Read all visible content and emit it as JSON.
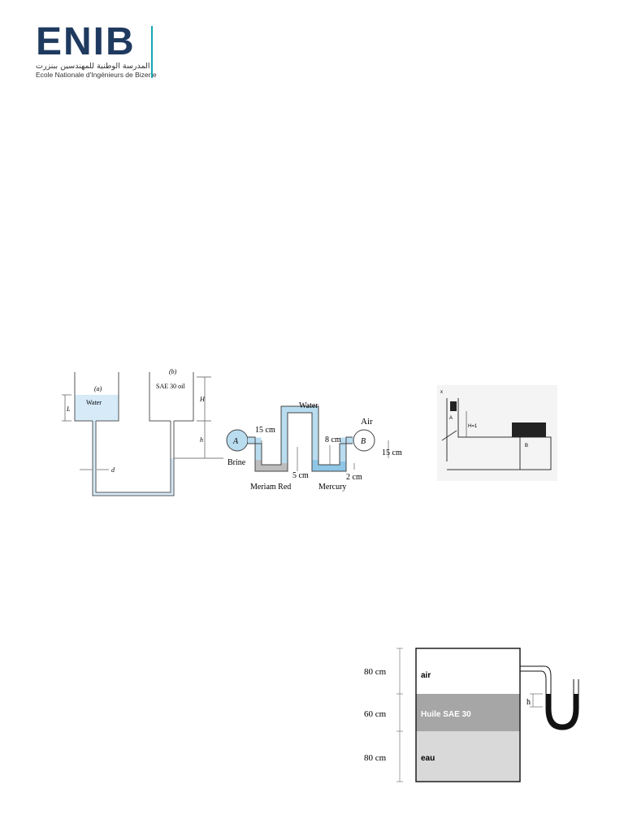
{
  "header": {
    "logo_text": "ENIB",
    "school_name_ar": "المدرسة الوطنية للمهندسين ببنزرت",
    "school_name_fr": "Ecole Nationale d'Ingénieurs de Bizerte"
  },
  "figure_tanks": {
    "label_a": "(a)",
    "label_b": "(b)",
    "fluid_a": "Water",
    "fluid_b": "SAE 30 oil",
    "dim_L": "L",
    "dim_H": "H",
    "dim_h": "h",
    "dim_d": "d",
    "colors": {
      "water": "#d6eaf8",
      "outline": "#555555"
    }
  },
  "figure_manometer": {
    "point_a": "A",
    "point_b": "B",
    "fluid_a": "Brine",
    "fluid_b": "Air",
    "fluid_top": "Water",
    "fluid_left_u": "Meriam Red",
    "fluid_right_u": "Mercury",
    "dim_15cm_left": "15 cm",
    "dim_5cm": "5 cm",
    "dim_8cm": "8 cm",
    "dim_15cm_right": "15 cm",
    "dim_2cm": "2 cm",
    "colors": {
      "water": "#b9dcef",
      "meriam": "#bdbdbd",
      "mercury": "#8ec6e6"
    }
  },
  "figure_scan": {
    "label_x": "x",
    "label_a": "A",
    "label_b": "B",
    "label_height": "H=1"
  },
  "figure_tank_layers": {
    "layer_air": "air",
    "layer_oil": "Huile SAE 30",
    "layer_water": "eau",
    "dim_air": "80 cm",
    "dim_oil": "60 cm",
    "dim_water": "80 cm",
    "dim_h": "h",
    "colors": {
      "oil": "#a6a6a6",
      "water": "#d9d9d9",
      "mercury": "#111111"
    }
  }
}
